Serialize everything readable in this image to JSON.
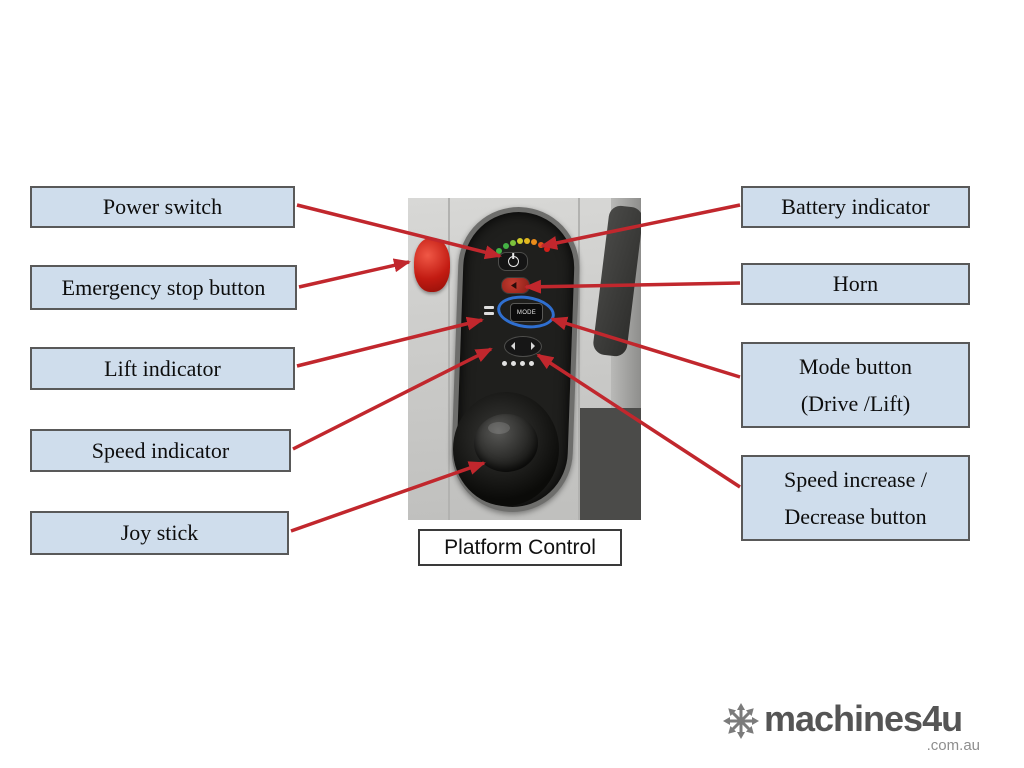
{
  "diagram": {
    "caption": "Platform Control",
    "labels_left": [
      {
        "text": "Power switch"
      },
      {
        "text": "Emergency stop button"
      },
      {
        "text": "Lift indicator"
      },
      {
        "text": "Speed indicator"
      },
      {
        "text": "Joy stick"
      }
    ],
    "labels_right": [
      {
        "line1": "Battery indicator"
      },
      {
        "line1": "Horn"
      },
      {
        "line1": "Mode button",
        "line2": "(Drive /Lift)"
      },
      {
        "line1": "Speed increase /",
        "line2": "Decrease button"
      }
    ],
    "panel": {
      "mode_button_text": "MODE"
    }
  },
  "watermark": {
    "brand": "machines4u",
    "domain": ".com.au"
  },
  "colors": {
    "label_bg": "#cfddec",
    "label_border": "#595959",
    "arrow": "#c1272d",
    "mode_ring": "#2f6fd0",
    "led_colors": [
      "#44b244",
      "#44b244",
      "#7cc23c",
      "#cfcb2c",
      "#e3b81e",
      "#ea8c1a",
      "#dd4f1d",
      "#d31f1a"
    ]
  }
}
